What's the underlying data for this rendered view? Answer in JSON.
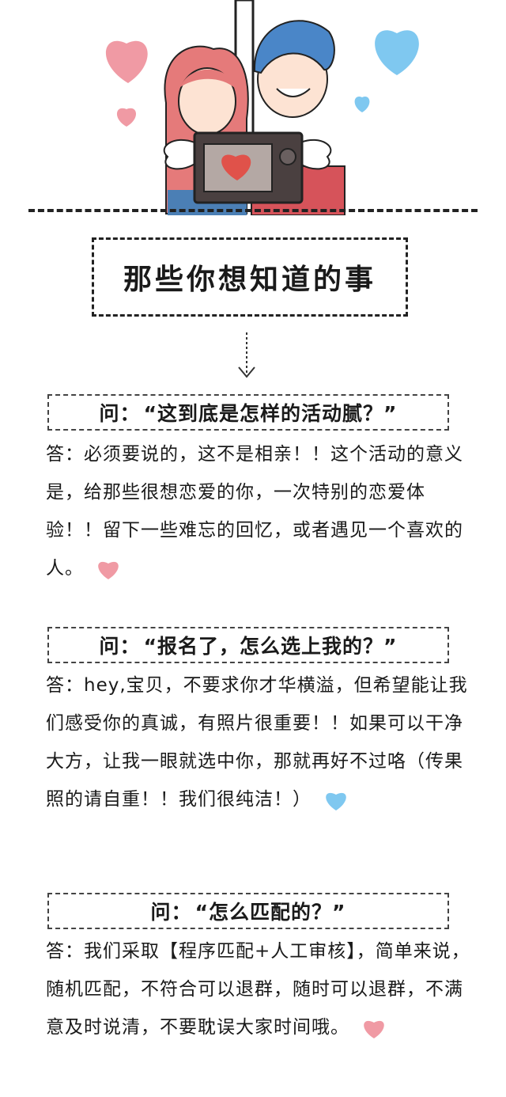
{
  "header": {
    "title": "那些你想知道的事"
  },
  "faq": [
    {
      "q_label": "问：",
      "question": "“这到底是怎样的活动腻？”",
      "answer": "答：必须要说的，这不是相亲！！这个活动的意义是，给那些很想恋爱的你，一次特别的恋爱体验！！留下一些难忘的回忆，或者遇见一个喜欢的人。",
      "heart_color": "#f09aa4"
    },
    {
      "q_label": "问：",
      "question": "“报名了，怎么选上我的？”",
      "answer": "答：hey,宝贝，不要求你才华横溢，但希望能让我们感受你的真诚，有照片很重要！！如果可以干净大方，让我一眼就选中你，那就再好不过咯（传果照的请自重！！我们很纯洁！）",
      "heart_color": "#7fc8f0"
    },
    {
      "q_label": "问：",
      "question": "“怎么匹配的？”",
      "answer": "答：我们采取【程序匹配+人工审核】，简单来说，随机匹配，不符合可以退群，随时可以退群，不满意及时说清，不要耽误大家时间哦。",
      "heart_color": "#f09aa4"
    }
  ],
  "colors": {
    "pink_heart": "#f09aa4",
    "blue_heart": "#7fc8f0",
    "girl_hair": "#e57a7a",
    "boy_hair": "#4a86c8",
    "camera": "#4a4040"
  }
}
